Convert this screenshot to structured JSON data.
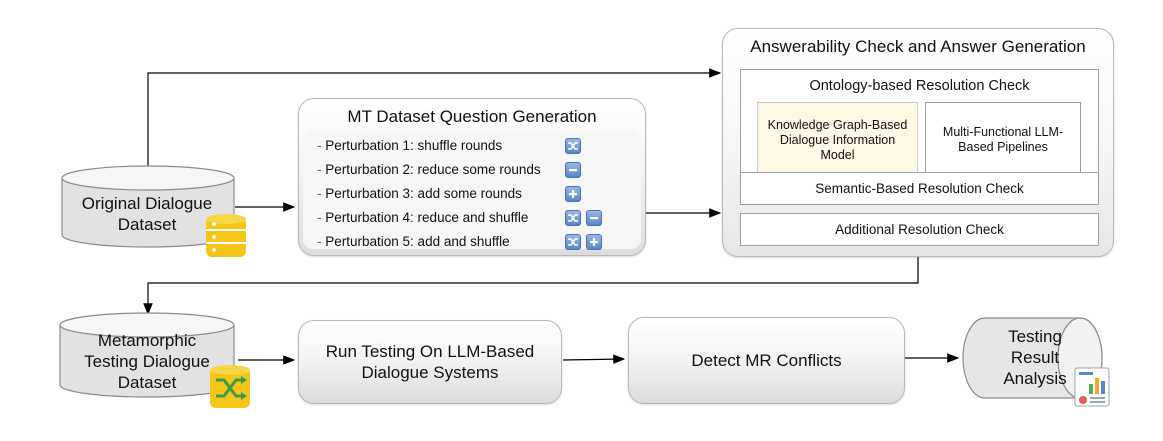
{
  "nodes": {
    "original_dataset": "Original Dialogue Dataset",
    "mt_generation_title": "MT Dataset Question Generation",
    "perturbations": [
      "Perturbation 1: shuffle rounds",
      "Perturbation 2: reduce some rounds",
      "Perturbation 3: add some rounds",
      "Perturbation 4: reduce and shuffle",
      "Perturbation 5: add and shuffle"
    ],
    "answerability_title": "Answerability Check and Answer Generation",
    "ontology_check": "Ontology-based Resolution Check",
    "knowledge_graph": "Knowledge Graph-Based Dialogue Information Model",
    "multi_functional": "Multi-Functional LLM-Based Pipelines",
    "semantic_check": "Semantic-Based Resolution Check",
    "additional_check": "Additional Resolution Check",
    "metamorphic_dataset": "Metamorphic Testing Dialogue Dataset",
    "run_testing": "Run Testing On LLM-Based Dialogue Systems",
    "detect_conflicts": "Detect MR Conflicts",
    "result_analysis": "Testing Result Analysis"
  },
  "icons": {
    "shuffle": "shuffle-icon",
    "minus": "minus-icon",
    "plus": "plus-icon",
    "database": "database-icon",
    "report": "report-chart-icon"
  },
  "colors": {
    "button_blue": "#5a86c8",
    "database_yellow": "#f5c518",
    "highlight_box": "#fdf8e3"
  }
}
